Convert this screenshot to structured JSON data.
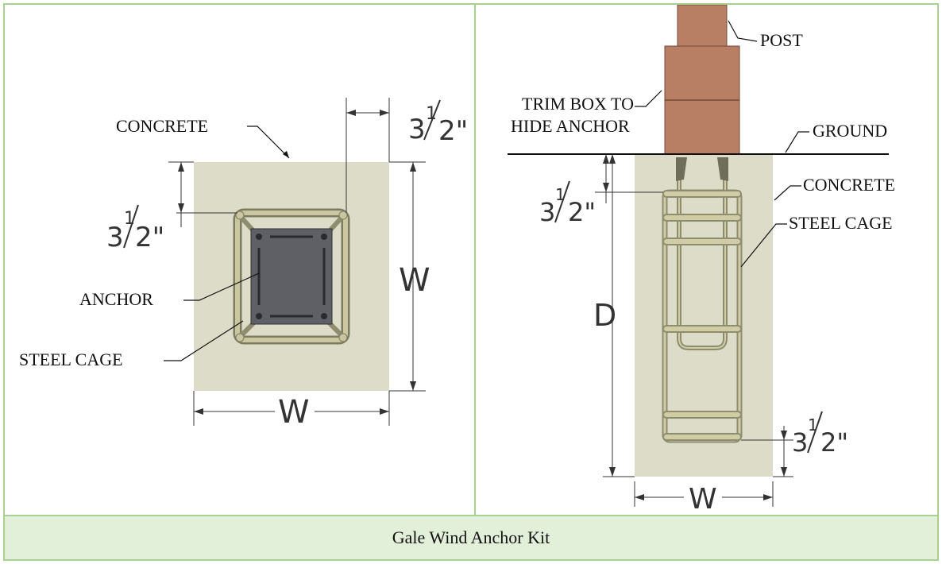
{
  "plan_view": {
    "labels": {
      "concrete": "CONCRETE",
      "anchor": "ANCHOR",
      "steel_cage": "STEEL CAGE"
    },
    "dims": {
      "width_bottom": "W",
      "width_right": "W",
      "offset_top_right": {
        "whole": "3",
        "num": "1",
        "den": "2\""
      },
      "offset_left": {
        "whole": "3",
        "num": "1",
        "den": "2\""
      }
    }
  },
  "elevation_view": {
    "labels": {
      "post": "POST",
      "trim_box": [
        "TRIM BOX TO",
        "HIDE ANCHOR"
      ],
      "ground": "GROUND",
      "concrete": "CONCRETE",
      "steel_cage": "STEEL CAGE"
    },
    "dims": {
      "depth": "D",
      "width": "W",
      "offset_top": {
        "whole": "3",
        "num": "1",
        "den": "2\""
      },
      "offset_bottom": {
        "whole": "3",
        "num": "1",
        "den": "2\""
      }
    }
  },
  "caption": "Gale Wind Anchor Kit",
  "colors": {
    "concrete": "#dcdcc8",
    "cage": "#b7b48e",
    "anchor_plate": "#5f5f66",
    "post": "#b87f64",
    "border": "#a9d08e",
    "caption_bg": "#e2efd9"
  }
}
